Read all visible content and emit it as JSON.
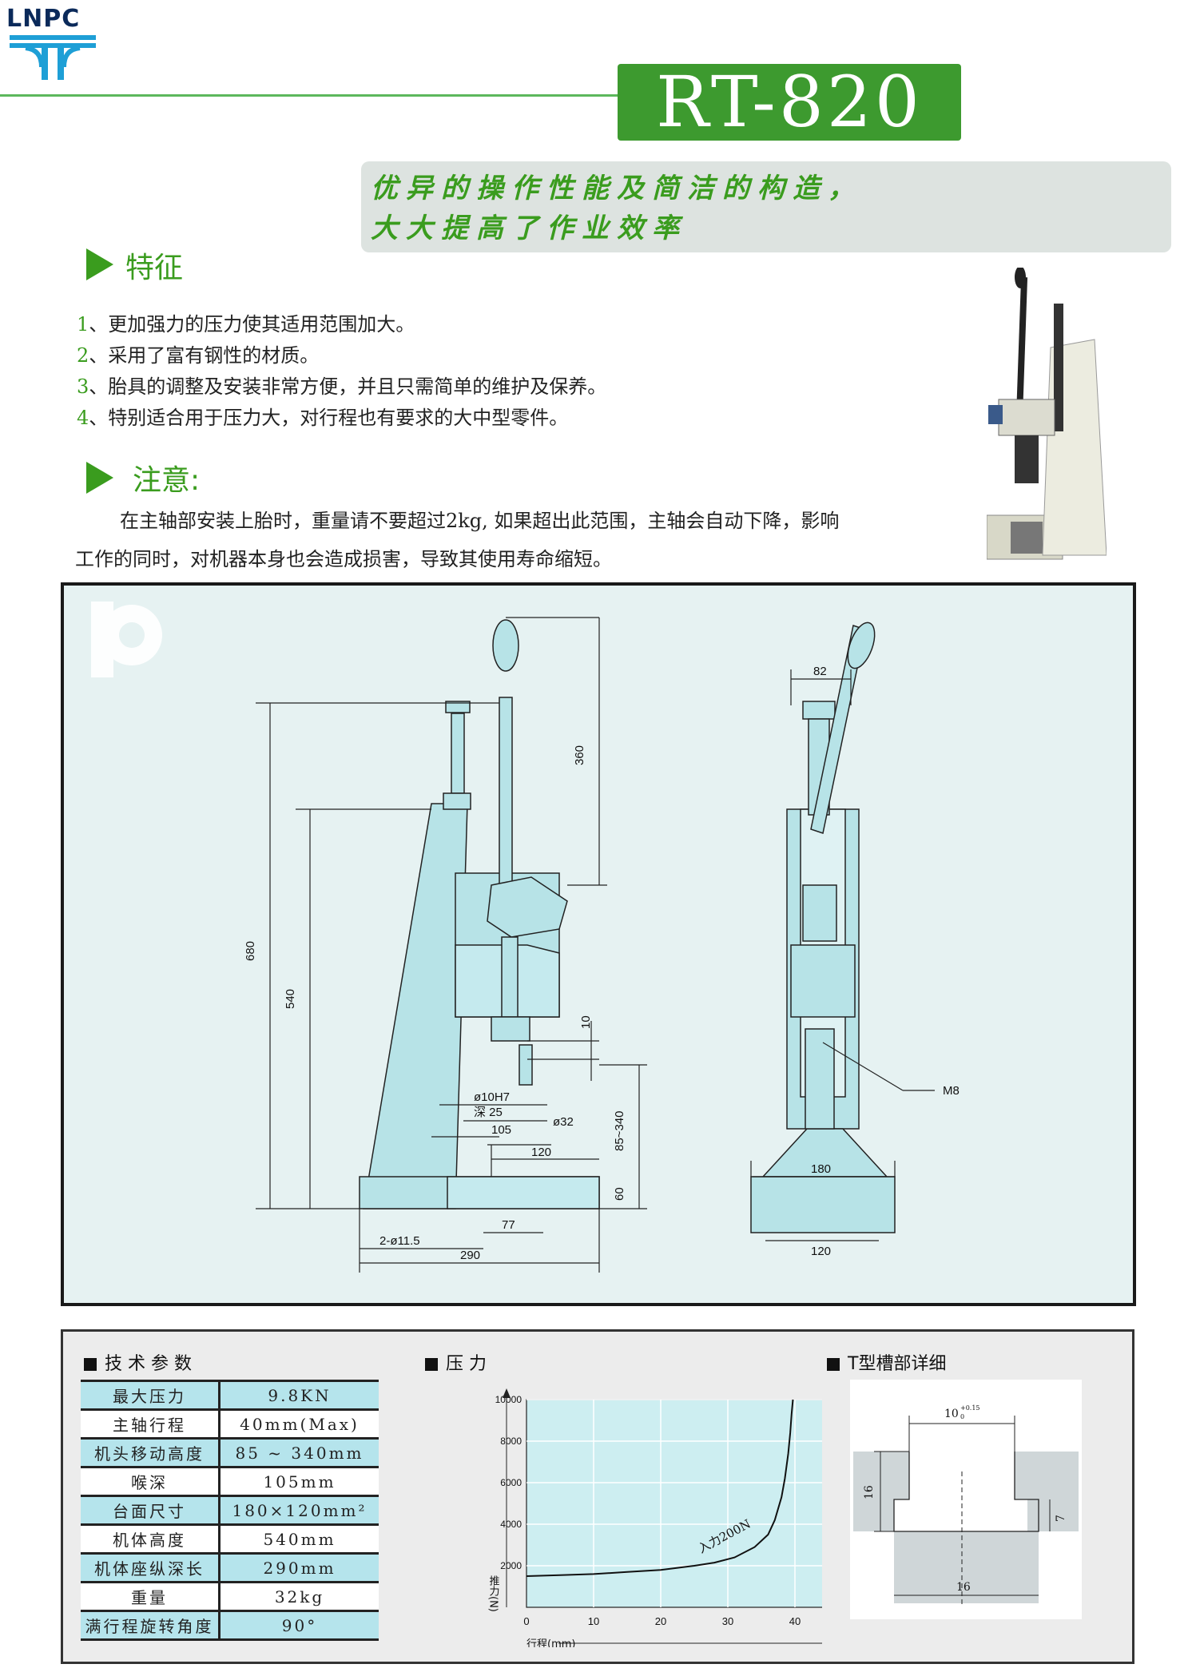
{
  "brand": {
    "name": "LNPC",
    "color": "#0b2a5a",
    "accent": "#1e9fd6"
  },
  "model": "RT-820",
  "slogan": {
    "line1": "优异的操作性能及简洁的构造，",
    "line2": "大大提高了作业效率"
  },
  "features": {
    "title": "特征",
    "items": [
      {
        "num": "1",
        "text": "、更加强力的压力使其适用范围加大。"
      },
      {
        "num": "2",
        "text": "、采用了富有钢性的材质。"
      },
      {
        "num": "3",
        "text": "、胎具的调整及安装非常方便，并且只需简单的维护及保养。"
      },
      {
        "num": "4",
        "text": "、特别适合用于压力大，对行程也有要求的大中型零件。"
      }
    ]
  },
  "notice": {
    "title": "注意:",
    "line1": "在主轴部安装上胎时，重量请不要超过2kg, 如果超出此范围，主轴会自动下降，影响",
    "line2": "工作的同时，对机器本身也会造成损害，导致其使用寿命缩短。"
  },
  "drawing": {
    "side_dims": [
      "680",
      "540",
      "360",
      "10",
      "ø10H7",
      "深 25",
      "ø32",
      "105",
      "120",
      "85~340",
      "60",
      "77",
      "2-ø11.5",
      "290"
    ],
    "front_dims": [
      "82",
      "M8",
      "180",
      "120"
    ]
  },
  "colors": {
    "green": "#3a9c1e",
    "light_cyan": "#b5e4ec",
    "drawing_fill": "#b7e3e7",
    "box_green": "#3d9a2f"
  },
  "specs": {
    "title": "技 术 参 数",
    "rows": [
      {
        "key": "最大压力",
        "value": "9.8KN"
      },
      {
        "key": "主轴行程",
        "value": "40mm(Max)"
      },
      {
        "key": "机头移动高度",
        "value": "85 ~ 340mm"
      },
      {
        "key": "喉深",
        "value": "105mm"
      },
      {
        "key": "台面尺寸",
        "value": "180×120mm²"
      },
      {
        "key": "机体高度",
        "value": "540mm"
      },
      {
        "key": "机体座纵深长",
        "value": "290mm"
      },
      {
        "key": "重量",
        "value": "32kg"
      },
      {
        "key": "满行程旋转角度",
        "value": "90°"
      }
    ]
  },
  "chart_data": {
    "type": "line",
    "title": "压 力",
    "xlabel": "行程(mm)",
    "ylabel": "推力(N)",
    "xlim": [
      0,
      50
    ],
    "ylim": [
      0,
      10000
    ],
    "xticks": [
      0,
      10,
      20,
      30,
      40
    ],
    "yticks": [
      2000,
      4000,
      6000,
      8000,
      10000
    ],
    "grid": true,
    "series": [
      {
        "name": "入力200N",
        "x": [
          0,
          5,
          10,
          15,
          20,
          25,
          28,
          31,
          34,
          36,
          37,
          38,
          38.5,
          39,
          39.3,
          39.5,
          39.7
        ],
        "y": [
          1500,
          1550,
          1600,
          1700,
          1800,
          2000,
          2150,
          2400,
          2900,
          3500,
          4200,
          5300,
          6200,
          7400,
          8400,
          9300,
          10000
        ]
      }
    ]
  },
  "tslot": {
    "title": "T型槽部详细",
    "top": "10",
    "tol_upper": "+0.15",
    "tol_lower": "0",
    "depth": "16",
    "inner": "7",
    "width": "16"
  }
}
